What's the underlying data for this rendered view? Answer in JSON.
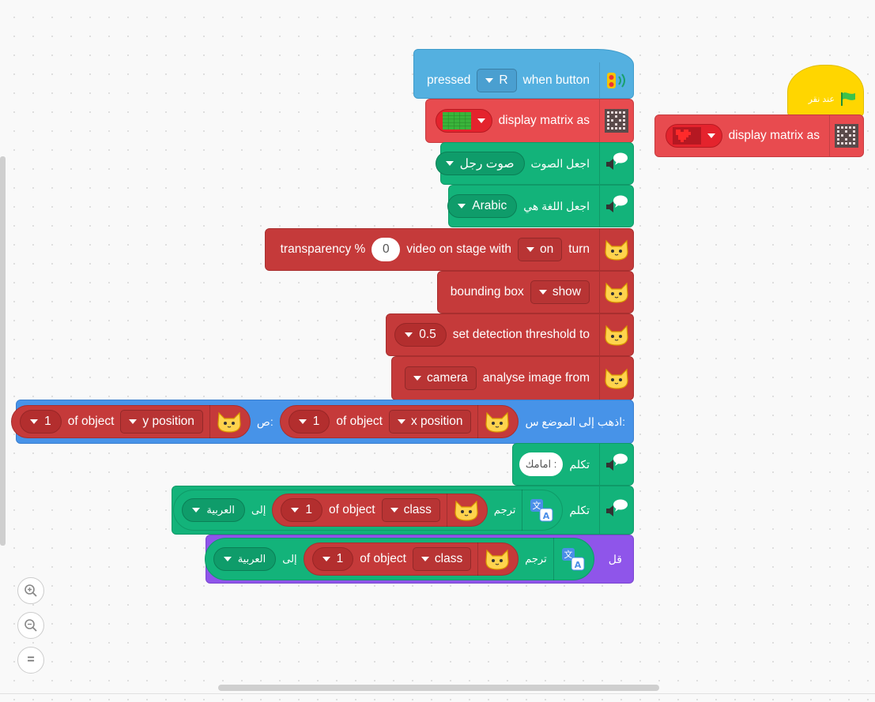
{
  "colors": {
    "sensor": "#54b0e0",
    "display": "#e84b4f",
    "speech": "#13b37a",
    "ai": "#c53a3a",
    "motion": "#4793e8",
    "looks": "#8f55ea",
    "event": "#ffd600"
  },
  "hat_right": {
    "label": "عند نقر",
    "icon": "green-flag-icon"
  },
  "matrix_right": {
    "label": "display matrix as"
  },
  "button_hat": {
    "pressed": "pressed",
    "key": "R",
    "when": "when button"
  },
  "display_matrix": {
    "label": "display matrix as"
  },
  "voice": {
    "label": "اجعل الصوت",
    "value": "صوت رجل"
  },
  "language": {
    "label": "اجعل اللغة هي",
    "value": "Arabic"
  },
  "video": {
    "transparency": "transparency %",
    "transparency_value": "0",
    "video_label": "video on stage with",
    "state": "on",
    "turn": "turn"
  },
  "bbox": {
    "label": "bounding box",
    "value": "show"
  },
  "threshold": {
    "value": "0.5",
    "label": "set detection threshold to"
  },
  "analyse": {
    "source": "camera",
    "label": "analyse image from"
  },
  "goto": {
    "label": "اذهب إلى الموضع س:",
    "y_sep": "ص:",
    "y_reporter": {
      "index": "1",
      "of_object": "of object",
      "prop": "y position"
    },
    "x_reporter": {
      "index": "1",
      "of_object": "of object",
      "prop": "x position"
    }
  },
  "say_front": {
    "label": "تكلم",
    "value": "امامك :"
  },
  "speak_translate": {
    "speak": "تكلم",
    "translate": "ترجم",
    "to": "إلى",
    "lang": "العربية",
    "reporter": {
      "index": "1",
      "of_object": "of object",
      "prop": "class"
    }
  },
  "say_translate": {
    "say": "قل",
    "translate": "ترجم",
    "to": "إلى",
    "lang": "العربية",
    "reporter": {
      "index": "1",
      "of_object": "of object",
      "prop": "class"
    }
  },
  "zoom": {
    "in": "zoom-in",
    "out": "zoom-out",
    "reset": "="
  }
}
